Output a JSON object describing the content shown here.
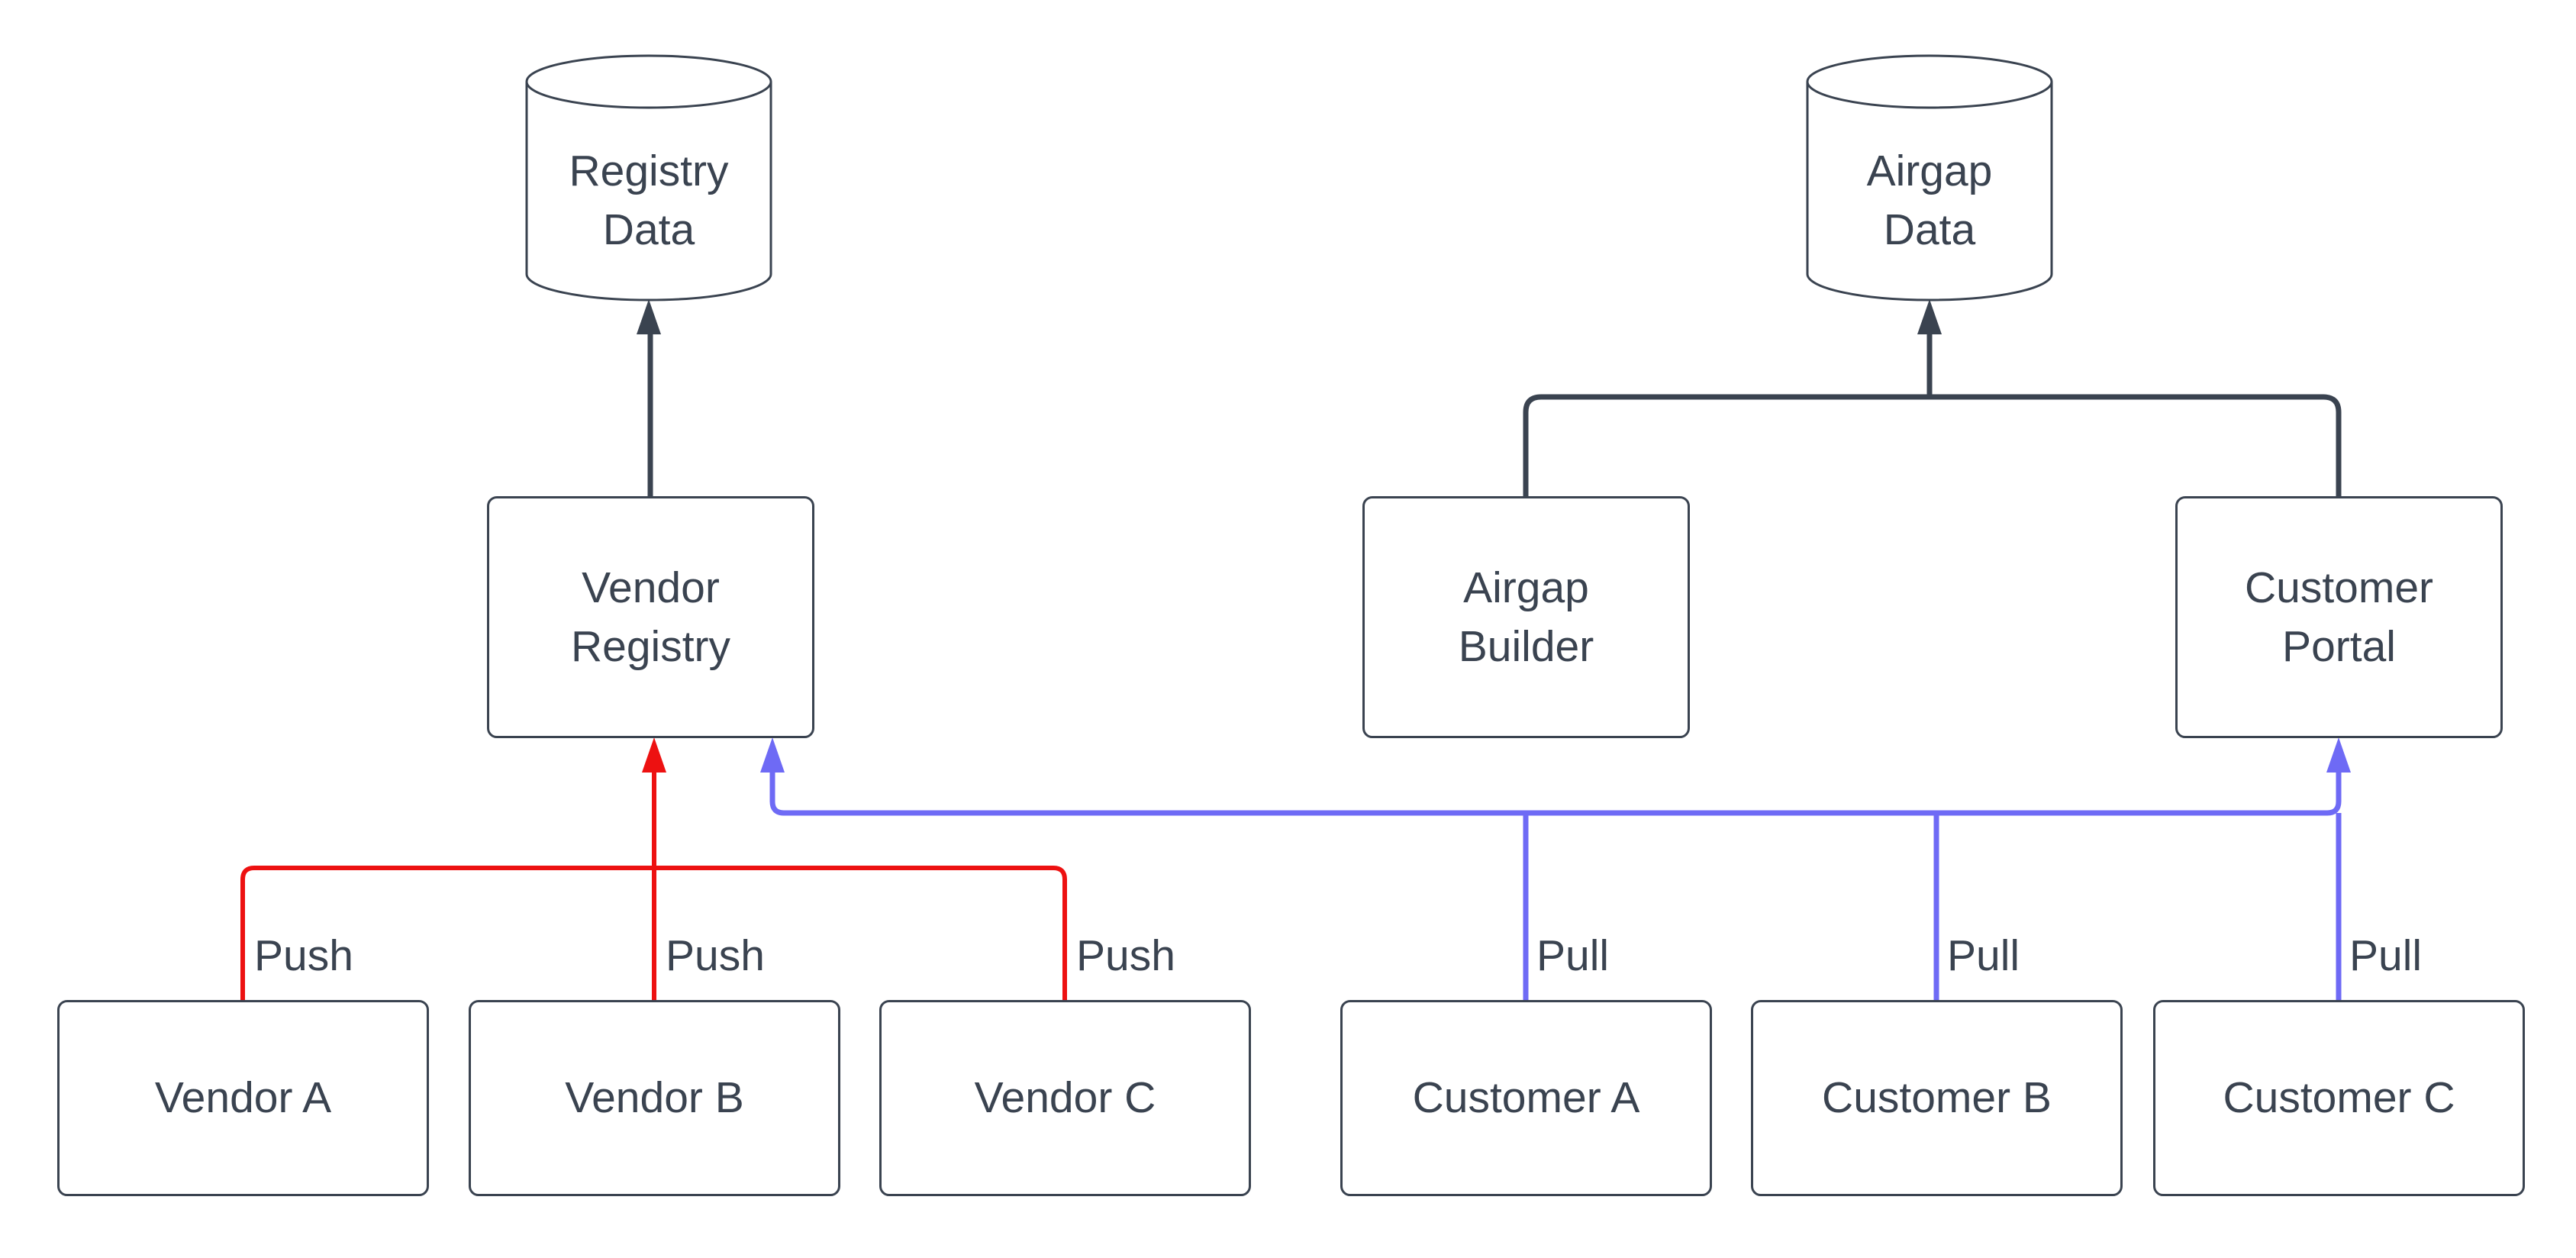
{
  "diagram": {
    "background": "#ffffff",
    "colors": {
      "node_border": "#3a4350",
      "text": "#3a4350",
      "push_edge": "#ed1111",
      "pull_edge": "#6e6af5",
      "data_edge": "#3a4350"
    },
    "nodes": {
      "registry_data": {
        "shape": "cylinder",
        "line1": "Registry",
        "line2": "Data"
      },
      "airgap_data": {
        "shape": "cylinder",
        "line1": "Airgap",
        "line2": "Data"
      },
      "vendor_registry": {
        "shape": "rect",
        "line1": "Vendor",
        "line2": "Registry"
      },
      "airgap_builder": {
        "shape": "rect",
        "line1": "Airgap",
        "line2": "Builder"
      },
      "customer_portal": {
        "shape": "rect",
        "line1": "Customer",
        "line2": "Portal"
      },
      "vendor_a": {
        "shape": "rect",
        "label": "Vendor A"
      },
      "vendor_b": {
        "shape": "rect",
        "label": "Vendor B"
      },
      "vendor_c": {
        "shape": "rect",
        "label": "Vendor C"
      },
      "customer_a": {
        "shape": "rect",
        "label": "Customer A"
      },
      "customer_b": {
        "shape": "rect",
        "label": "Customer B"
      },
      "customer_c": {
        "shape": "rect",
        "label": "Customer C"
      }
    },
    "edge_labels": {
      "vendor_a_push": "Push",
      "vendor_b_push": "Push",
      "vendor_c_push": "Push",
      "customer_a_pull": "Pull",
      "customer_b_pull": "Pull",
      "customer_c_pull": "Pull"
    }
  }
}
